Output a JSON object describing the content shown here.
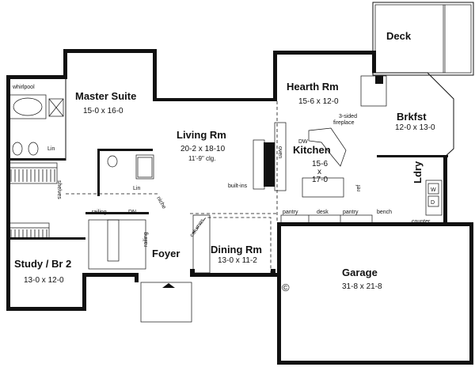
{
  "rooms": {
    "deck": {
      "name": "Deck"
    },
    "master": {
      "name": "Master Suite",
      "dims": "15-0 x 16-0"
    },
    "hearth": {
      "name": "Hearth Rm",
      "dims": "15-6 x 12-0"
    },
    "brkfst": {
      "name": "Brkfst",
      "dims": "12-0 x 13-0"
    },
    "living": {
      "name": "Living Rm",
      "dims": "20-2 x 18-10",
      "ceiling": "11'-9\" clg."
    },
    "kitchen": {
      "name": "Kitchen",
      "dims_line1": "15-6",
      "dims_line2": "x",
      "dims_line3": "17-0"
    },
    "ldry": {
      "name": "Ldry"
    },
    "study": {
      "name": "Study / Br 2",
      "dims": "13-0 x 12-0"
    },
    "foyer": {
      "name": "Foyer"
    },
    "dining": {
      "name": "Dining Rm",
      "dims": "13-0 x 11-2"
    },
    "garage": {
      "name": "Garage",
      "dims": "31-8 x 21-8"
    }
  },
  "notes": {
    "whirlpool": "whirlpool",
    "lin1": "Lin",
    "lin2": "Lin",
    "niche": "niche",
    "shelves": "shelves",
    "railing1": "railing",
    "railing2": "railing",
    "dn": "DN",
    "columns": "columns",
    "built_ins": "built-ins",
    "fireplace_line1": "3-sided",
    "fireplace_line2": "fireplace",
    "dw": "DW",
    "oven": "oven",
    "ref": "ref",
    "pantry1": "pantry",
    "desk": "desk",
    "pantry2": "pantry",
    "bench": "bench",
    "counter": "counter",
    "washer": "W",
    "dryer": "D",
    "copyright": "©"
  }
}
